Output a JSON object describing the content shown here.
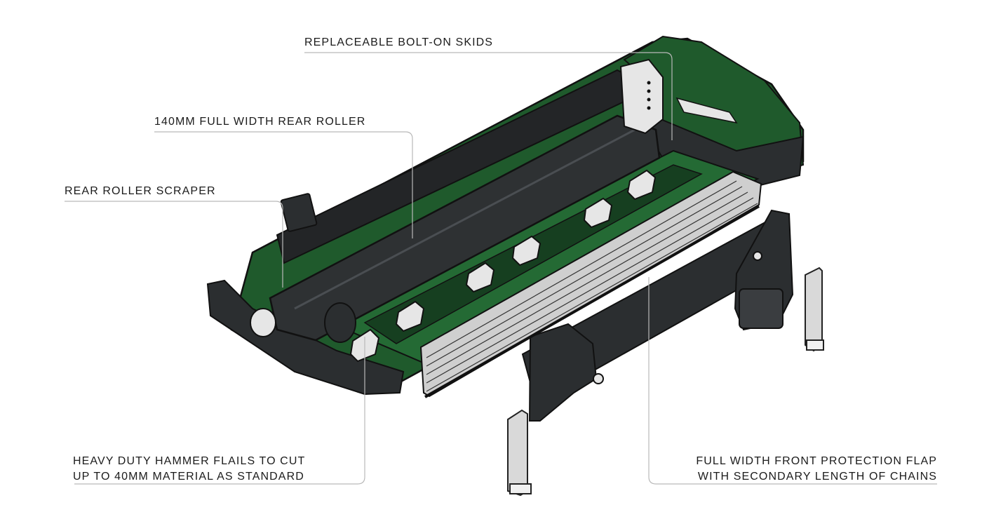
{
  "callouts": {
    "skids": {
      "label": "REPLACEABLE BOLT-ON SKIDS"
    },
    "roller": {
      "label": "140MM FULL WIDTH REAR ROLLER"
    },
    "scraper": {
      "label": "REAR ROLLER SCRAPER"
    },
    "flails": {
      "line1": "HEAVY DUTY HAMMER FLAILS TO CUT",
      "line2": "UP TO 40MM MATERIAL AS STANDARD"
    },
    "flap": {
      "line1": "FULL WIDTH FRONT PROTECTION FLAP",
      "line2": "WITH SECONDARY LENGTH OF CHAINS"
    }
  },
  "colors": {
    "body_green": "#1f5a2c",
    "body_green_dark": "#163f20",
    "steel_dark": "#2b2e30",
    "steel_mid": "#3a3d40",
    "metal_light": "#e6e6e6",
    "leader_line": "#b9b9b9"
  }
}
